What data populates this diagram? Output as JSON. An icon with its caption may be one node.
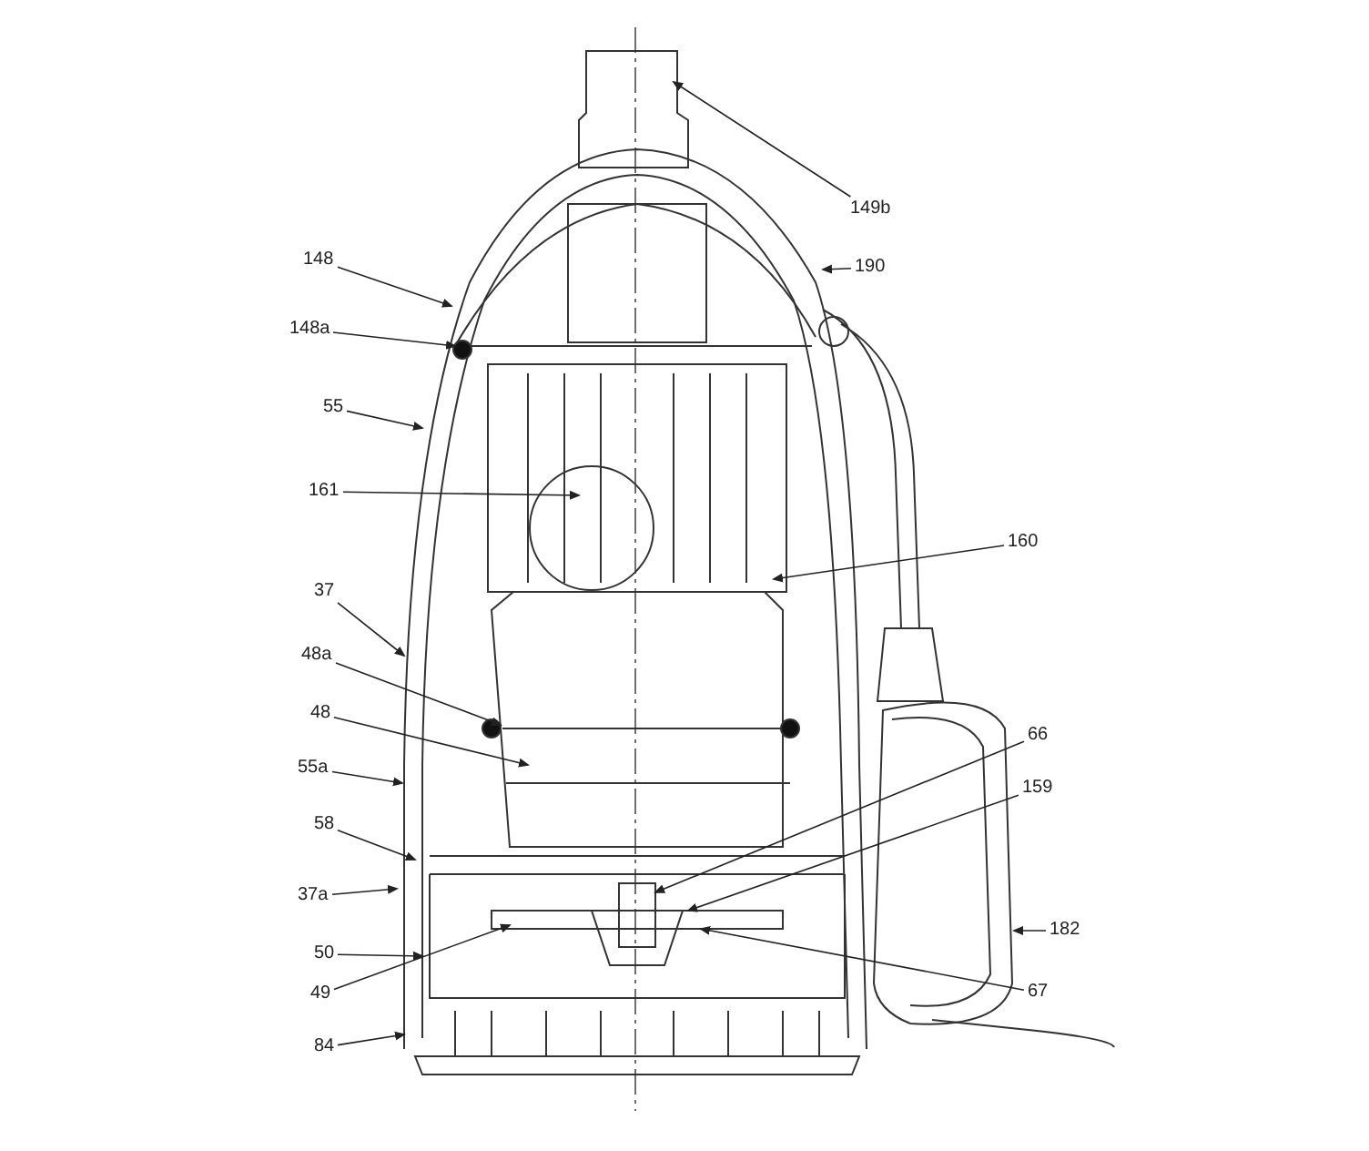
{
  "diagram": {
    "nodes": [
      {
        "text": [
          "149b"
        ]
      },
      {
        "text": [
          "148"
        ]
      },
      {
        "text": [
          "190"
        ]
      },
      {
        "text": [
          "148a"
        ]
      },
      {
        "text": [
          "55"
        ]
      },
      {
        "text": [
          "161"
        ]
      },
      {
        "text": [
          "160"
        ]
      },
      {
        "text": [
          "37"
        ]
      },
      {
        "text": [
          "48a"
        ]
      },
      {
        "text": [
          "48"
        ]
      },
      {
        "text": [
          "66"
        ]
      },
      {
        "text": [
          "55a"
        ]
      },
      {
        "text": [
          "159"
        ]
      },
      {
        "text": [
          "58"
        ]
      },
      {
        "text": [
          "37a"
        ]
      },
      {
        "text": [
          "50"
        ]
      },
      {
        "text": [
          "182"
        ]
      },
      {
        "text": [
          "49"
        ]
      },
      {
        "text": [
          "67"
        ]
      },
      {
        "text": [
          "84"
        ]
      }
    ],
    "edges": [
      {
        "from": 0,
        "to": null,
        "arrow": "to"
      },
      {
        "from": 1,
        "to": null,
        "arrow": "to"
      },
      {
        "from": 2,
        "to": null,
        "arrow": "to"
      },
      {
        "from": 3,
        "to": null,
        "arrow": "to"
      },
      {
        "from": 4,
        "to": null,
        "arrow": "to"
      },
      {
        "from": 5,
        "to": null,
        "arrow": "to"
      },
      {
        "from": 6,
        "to": null,
        "arrow": "to"
      },
      {
        "from": 7,
        "to": null,
        "arrow": "to"
      },
      {
        "from": 8,
        "to": null,
        "arrow": "to"
      },
      {
        "from": 9,
        "to": null,
        "arrow": "to"
      },
      {
        "from": 10,
        "to": null,
        "arrow": "to"
      },
      {
        "from": 11,
        "to": null,
        "arrow": "to"
      },
      {
        "from": 12,
        "to": null,
        "arrow": "to"
      },
      {
        "from": 13,
        "to": null,
        "arrow": "to"
      },
      {
        "from": 14,
        "to": null,
        "arrow": "to"
      },
      {
        "from": 15,
        "to": null,
        "arrow": "to"
      },
      {
        "from": 16,
        "to": null,
        "arrow": "to"
      },
      {
        "from": 17,
        "to": null,
        "arrow": "to"
      },
      {
        "from": 18,
        "to": null,
        "arrow": "to"
      },
      {
        "from": 19,
        "to": null,
        "arrow": "to"
      }
    ]
  }
}
